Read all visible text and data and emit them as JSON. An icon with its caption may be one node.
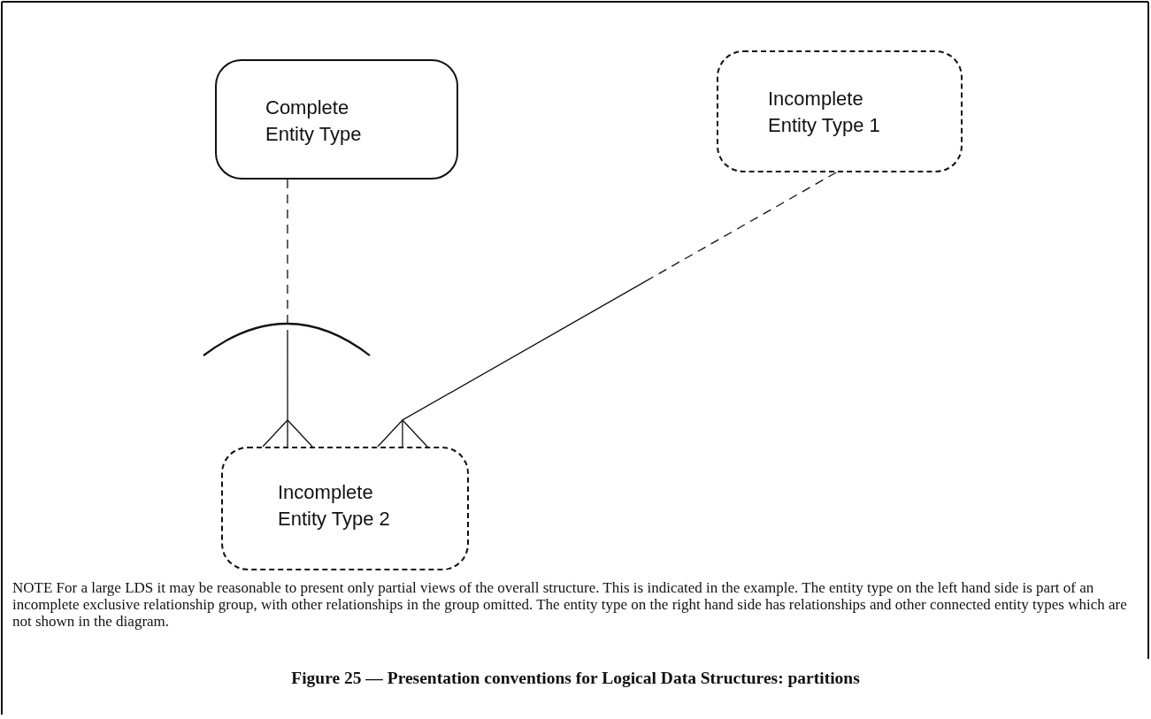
{
  "diagram": {
    "caption": "Figure 25 — Presentation conventions for Logical Data Structures: partitions",
    "nodes": [
      {
        "text": [
          "Complete Entity Type"
        ]
      },
      {
        "text": [
          "Incomplete Entity Type 1"
        ]
      },
      {
        "text": [
          "Incomplete Entity Type 2"
        ]
      }
    ],
    "edges": [
      {
        "from": 0,
        "to": 2,
        "arrow": "other"
      },
      {
        "from": 1,
        "to": 2,
        "arrow": "other"
      }
    ],
    "labels": [
      "NOTE For a large LDS it may be reasonable to present only partial views of the overall structure. This is indicated in the example. The entity type on the left hand side is part of an incomplete exclusive relationship group, with other relationships in the group omitted. The entity type on the right hand side has relationships and other connected entity types which are not shown in the diagram."
    ]
  }
}
